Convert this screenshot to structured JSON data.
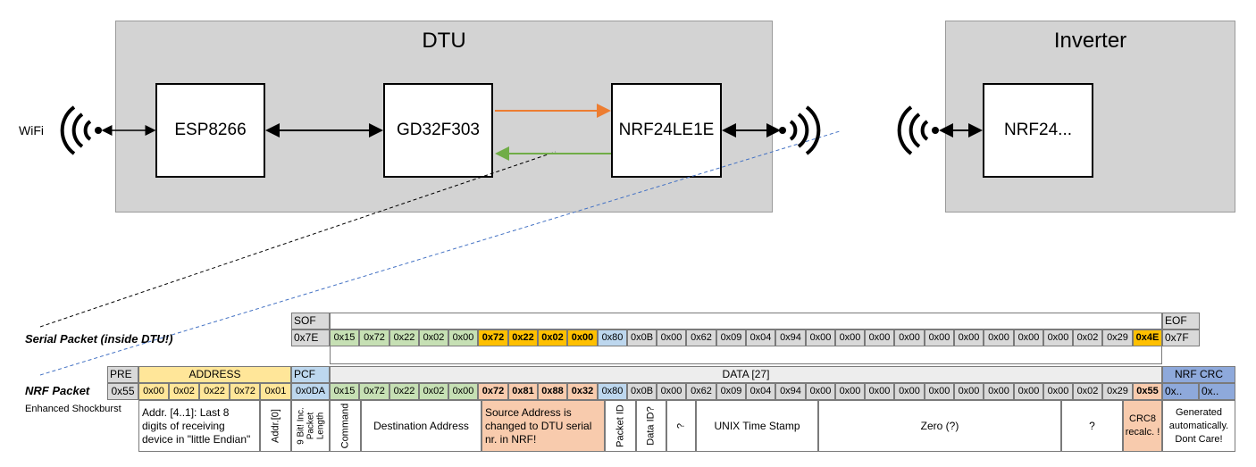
{
  "dtu": {
    "title": "DTU",
    "esp": "ESP8266",
    "gd": "GD32F303",
    "nrf": "NRF24LE1E"
  },
  "inverter": {
    "title": "Inverter",
    "nrf": "NRF24..."
  },
  "wifi_label": "WiFi",
  "colors": {
    "green": "#c6e0b4",
    "orange_dark": "#f8cbad",
    "yellow": "#ffe699",
    "gold": "#ffc000",
    "blue_light": "#bdd7ee",
    "blue": "#8ea9db",
    "gray": "#d9d9d9",
    "arrow_orange": "#ed7d31",
    "arrow_green": "#70ad47"
  },
  "serial": {
    "label": "Serial Packet (inside DTU!)",
    "sof_label": "SOF",
    "sof_value": "0x7E",
    "eof_label": "EOF",
    "eof_value": "0x7F",
    "bytes": [
      "0x15",
      "0x72",
      "0x22",
      "0x02",
      "0x00",
      "0x72",
      "0x22",
      "0x02",
      "0x00",
      "0x80",
      "0x0B",
      "0x00",
      "0x62",
      "0x09",
      "0x04",
      "0x94",
      "0x00",
      "0x00",
      "0x00",
      "0x00",
      "0x00",
      "0x00",
      "0x00",
      "0x00",
      "0x00",
      "0x02",
      "0x29",
      "0x4E"
    ]
  },
  "nrf": {
    "label": "NRF Packet",
    "sublabel": "Enhanced Shockburst",
    "pre_label": "PRE",
    "pre_value": "0x55",
    "address_label": "ADDRESS",
    "address_bytes": [
      "0x00",
      "0x02",
      "0x22",
      "0x72",
      "0x01"
    ],
    "pcf_label": "PCF",
    "pcf_value": "0x0DA",
    "data_label": "DATA [27]",
    "crc_label": "NRF CRC",
    "crc_values": [
      "0x..",
      "0x.."
    ],
    "bytes": [
      "0x15",
      "0x72",
      "0x22",
      "0x02",
      "0x00",
      "0x72",
      "0x81",
      "0x88",
      "0x32",
      "0x80",
      "0x0B",
      "0x00",
      "0x62",
      "0x09",
      "0x04",
      "0x94",
      "0x00",
      "0x00",
      "0x00",
      "0x00",
      "0x00",
      "0x00",
      "0x00",
      "0x00",
      "0x00",
      "0x02",
      "0x29",
      "0x55"
    ]
  },
  "desc": {
    "addr_main": "Addr. [4..1]: Last 8 digits of receiving device in \"little Endian\"",
    "addr0": "Addr.[0]",
    "pcf": "9 Bit! Inc. Packet Length",
    "command": "Command",
    "dest": "Destination Address",
    "source": "Source Address is changed to DTU serial nr. in NRF!",
    "packet_id": "Packet ID",
    "data_id": "Data ID?",
    "q1": "?",
    "unix": "UNIX Time Stamp",
    "zero": "Zero (?)",
    "q2": "?",
    "crc8": "CRC8 recalc. !",
    "generated": "Generated automatically. Dont Care!"
  }
}
